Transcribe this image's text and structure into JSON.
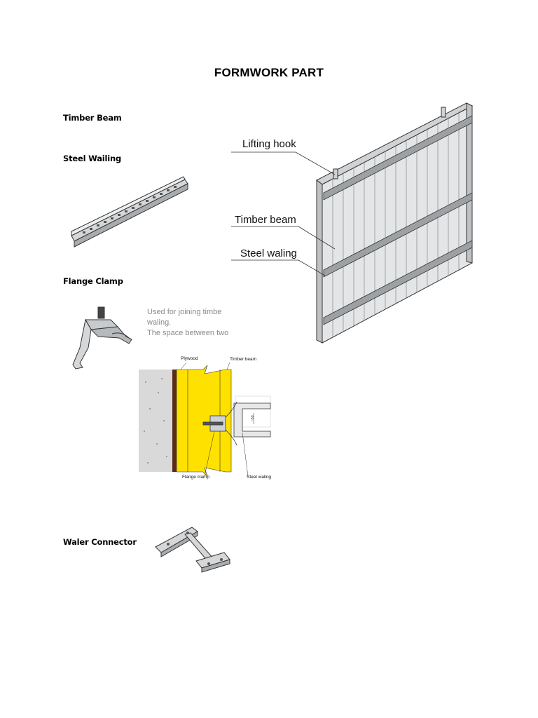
{
  "page": {
    "title": "FORMWORK PART"
  },
  "sections": {
    "timber_beam": "Timber Beam",
    "steel_wailing": "Steel Wailing",
    "flange_clamp": "Flange Clamp",
    "waler_connector": "Waler Connector"
  },
  "panel_callouts": {
    "lifting_hook": "Lifting hook",
    "timber_beam": "Timber beam",
    "steel_waling": "Steel waling"
  },
  "flange_note": {
    "line1": "Used for joining timbe",
    "line2": "waling.",
    "line3": "The space between two"
  },
  "section_diagram": {
    "plywood": "Plywood",
    "timber_beam": "Timber beam",
    "flange_clamp": "Flange clamp",
    "steel_waling": "Steel waling",
    "dimension": "~50"
  },
  "colors": {
    "concrete": "#d9d9d9",
    "timber_yellow": "#ffe100",
    "plywood": "#5a2a1a",
    "metal": "#c8cacc"
  }
}
